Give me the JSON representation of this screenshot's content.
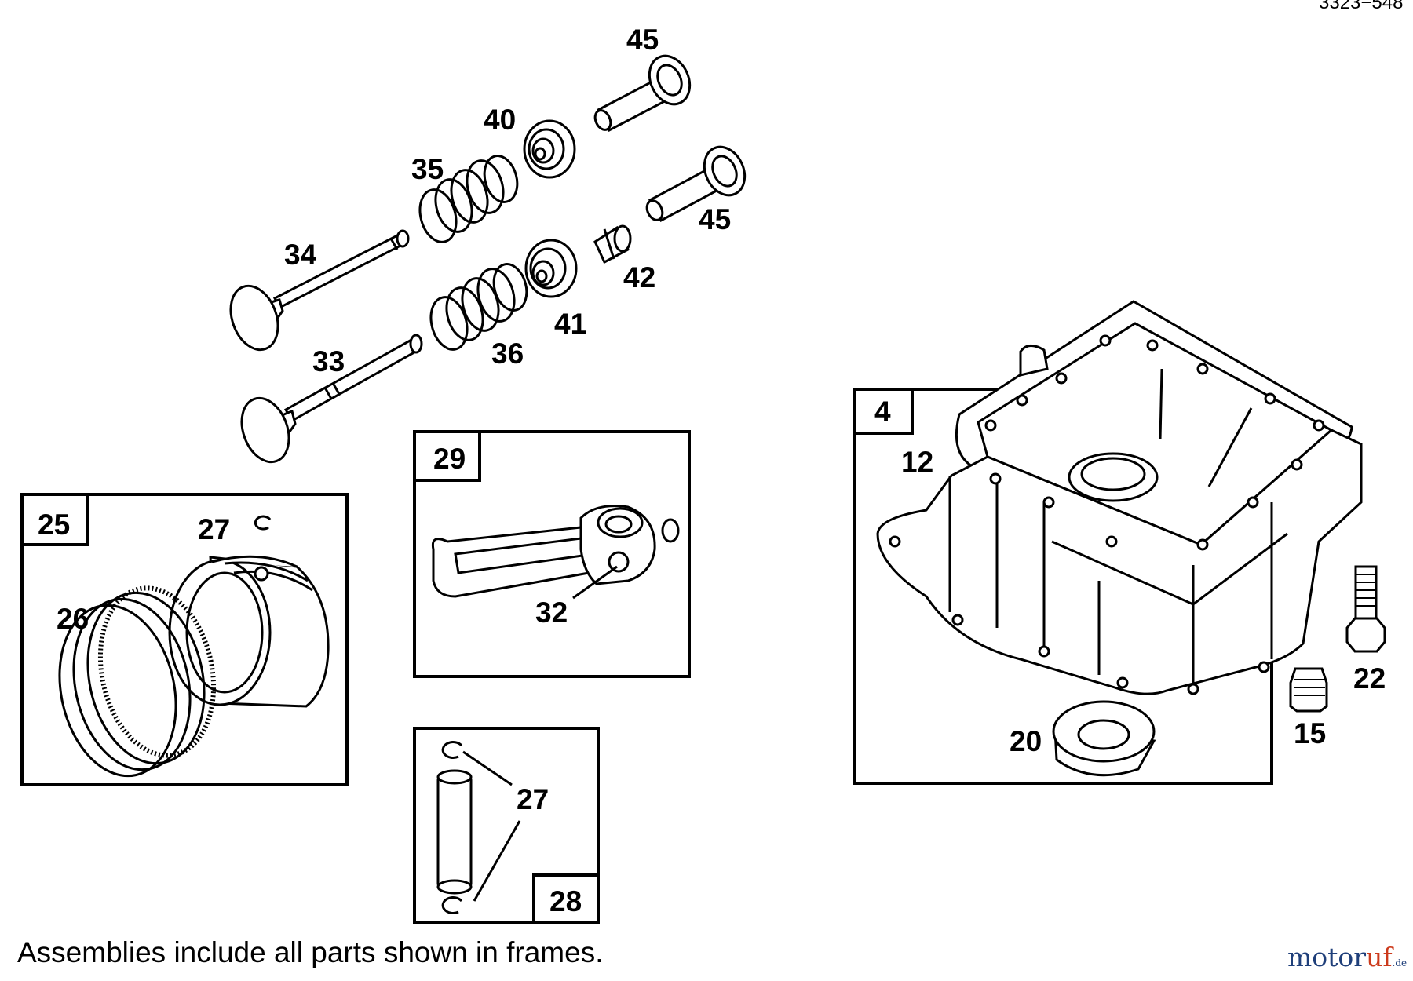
{
  "drawing_id": "3323−548",
  "footnote": "Assemblies include all parts shown in frames.",
  "watermark": {
    "part1": "motor",
    "part2": "uf",
    "suffix": ".de"
  },
  "frames": {
    "piston": "25",
    "connecting_rod": "29",
    "piston_pin": "28",
    "sump": "4"
  },
  "callouts": {
    "intake_valve_34": "34",
    "exhaust_valve_33": "33",
    "valve_spring_35": "35",
    "valve_spring_36": "36",
    "retainer_40": "40",
    "retainer_41": "41",
    "collet_42": "42",
    "tappet_45_top": "45",
    "tappet_45_lower": "45",
    "retainer_ring_27_piston": "27",
    "piston_rings_26": "26",
    "rod_bolt_32": "32",
    "retainer_rings_27_pin": "27",
    "gasket_12": "12",
    "bolt_22": "22",
    "plug_15": "15",
    "oil_seal_20": "20"
  }
}
